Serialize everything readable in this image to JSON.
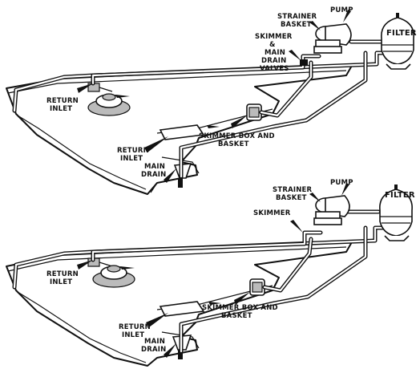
{
  "diagrams": [
    {
      "labels": {
        "pump": "PUMP",
        "strainer_1": "STRAINER",
        "strainer_2": "BASKET",
        "filter": "FILTER",
        "skimmer_1": "SKIMMER",
        "skimmer_2": "&",
        "skimmer_3": "MAIN",
        "skimmer_4": "DRAIN",
        "skimmer_5": "VALVES",
        "return_top_1": "RETURN",
        "return_top_2": "INLET",
        "skimmer_box_1": "SKIMMER BOX AND",
        "skimmer_box_2": "BASKET",
        "return_low_1": "RETURN",
        "return_low_2": "INLET",
        "main_drain_1": "MAIN",
        "main_drain_2": "DRAIN"
      }
    },
    {
      "labels": {
        "pump": "PUMP",
        "strainer_1": "STRAINER",
        "strainer_2": "BASKET",
        "filter": "FILTER",
        "skimmer": "SKIMMER",
        "return_top_1": "RETURN",
        "return_top_2": "INLET",
        "skimmer_box_1": "SKIMMER BOX AND",
        "skimmer_box_2": "BASKET",
        "return_low_1": "RETURN",
        "return_low_2": "INLET",
        "main_drain_1": "MAIN",
        "main_drain_2": "DRAIN"
      }
    }
  ]
}
